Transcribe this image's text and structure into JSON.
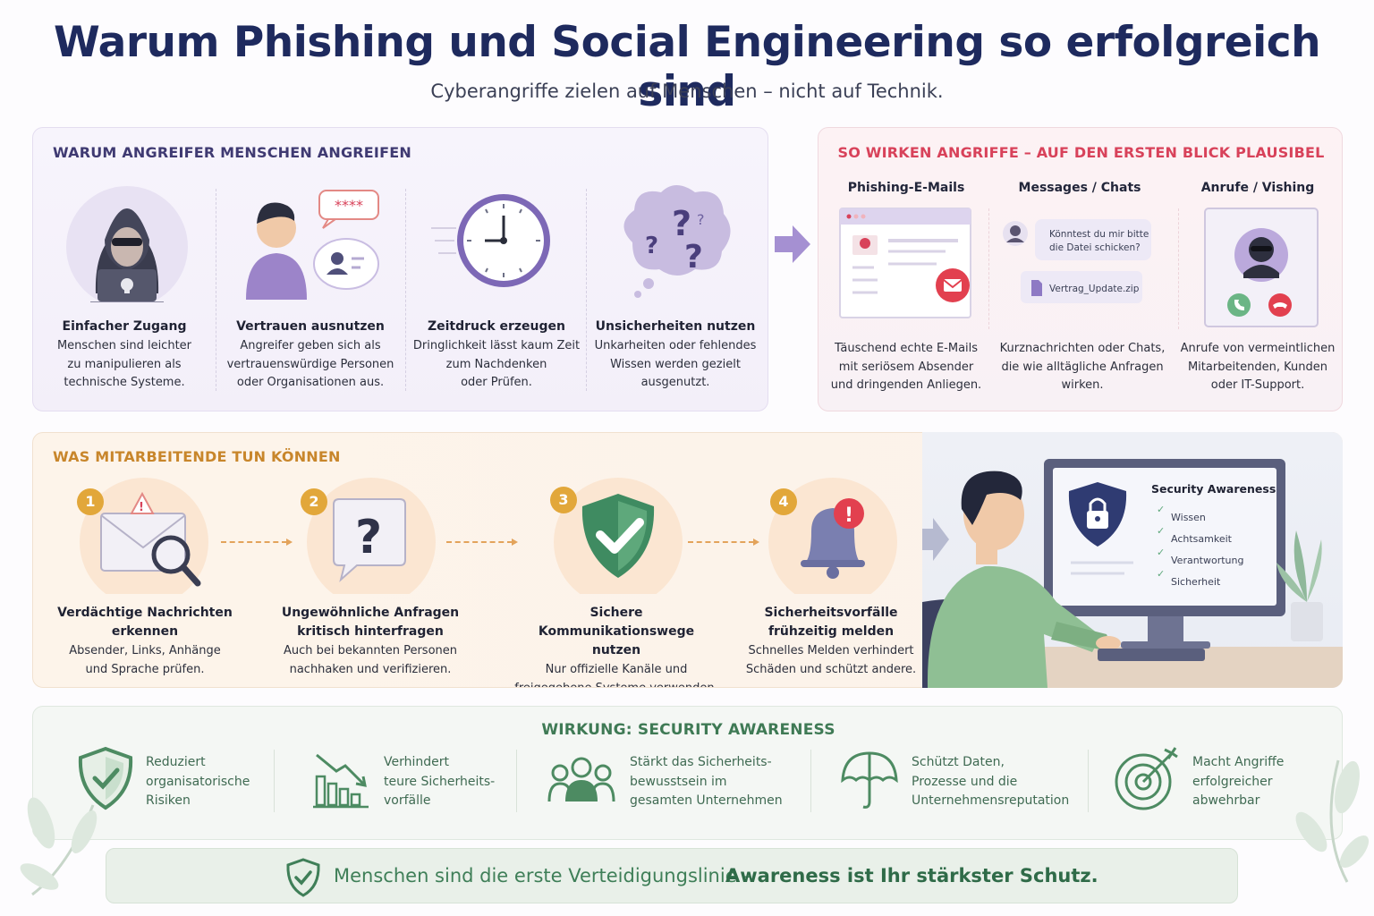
{
  "header": {
    "title": "Warum Phishing und Social Engineering so erfolgreich sind",
    "subtitle": "Cyberangriffe zielen auf Menschen – nicht auf Technik."
  },
  "why_panel": {
    "title": "WARUM ANGREIFER MENSCHEN ANGREIFEN",
    "items": [
      {
        "heading": "Einfacher Zugang",
        "lines": [
          "Menschen sind leichter",
          "zu manipulieren als",
          "technische Systeme."
        ]
      },
      {
        "heading": "Vertrauen ausnutzen",
        "lines": [
          "Angreifer geben sich als",
          "vertrauenswürdige Personen",
          "oder Organisationen aus."
        ]
      },
      {
        "heading": "Zeitdruck erzeugen",
        "lines": [
          "Dringlichkeit lässt kaum Zeit",
          "zum Nachdenken",
          "oder Prüfen."
        ]
      },
      {
        "heading": "Unsicherheiten nutzen",
        "lines": [
          "Unkarheiten oder fehlendes",
          "Wissen werden gezielt",
          "ausgenutzt."
        ]
      }
    ],
    "password_mask": "****"
  },
  "attacks_panel": {
    "title": "SO WIRKEN ANGRIFFE – AUF DEN ERSTEN BLICK PLAUSIBEL",
    "items": [
      {
        "heading": "Phishing-E-Mails",
        "lines": [
          "Täuschend echte E-Mails",
          "mit seriösem Absender",
          "und dringenden Anliegen."
        ]
      },
      {
        "heading": "Messages / Chats",
        "lines": [
          "Kurznachrichten oder Chats,",
          "die wie alltägliche Anfragen",
          "wirken."
        ]
      },
      {
        "heading": "Anrufe / Vishing",
        "lines": [
          "Anrufe von vermeintlichen",
          "Mitarbeitenden, Kunden",
          "oder IT-Support."
        ]
      }
    ],
    "chat_bubble": [
      "Könntest du mir bitte",
      "die Datei schicken?"
    ],
    "attachment": "Vertrag_Update.zip"
  },
  "actions_panel": {
    "title": "WAS MITARBEITENDE TUN KÖNNEN",
    "steps": [
      {
        "num": "1",
        "heading": [
          "Verdächtige Nachrichten",
          "erkennen"
        ],
        "lines": [
          "Absender, Links, Anhänge",
          "und Sprache prüfen."
        ]
      },
      {
        "num": "2",
        "heading": [
          "Ungewöhnliche Anfragen",
          "kritisch hinterfragen"
        ],
        "lines": [
          "Auch bei bekannten Personen",
          "nachhaken und verifizieren."
        ]
      },
      {
        "num": "3",
        "heading": [
          "Sichere Kommunikationswege",
          "nutzen"
        ],
        "lines": [
          "Nur offizielle Kanäle und",
          "freigegebene Systeme verwenden."
        ]
      },
      {
        "num": "4",
        "heading": [
          "Sicherheitsvorfälle",
          "frühzeitig melden"
        ],
        "lines": [
          "Schnelles Melden verhindert",
          "Schäden und schützt andere."
        ]
      }
    ],
    "screen": {
      "title": "Security Awareness",
      "items": [
        "Wissen",
        "Achtsamkeit",
        "Verantwortung",
        "Sicherheit"
      ]
    }
  },
  "effect_panel": {
    "title": "WIRKUNG: SECURITY AWARENESS",
    "items": [
      {
        "icon": "shield-check-icon",
        "lines": [
          "Reduziert",
          "organisatorische",
          "Risiken"
        ]
      },
      {
        "icon": "declining-chart-icon",
        "lines": [
          "Verhindert",
          "teure Sicherheits-",
          "vorfälle"
        ]
      },
      {
        "icon": "team-icon",
        "lines": [
          "Stärkt das Sicherheits-",
          "bewusstsein im",
          "gesamten Unternehmen"
        ]
      },
      {
        "icon": "umbrella-icon",
        "lines": [
          "Schützt Daten,",
          "Prozesse und die",
          "Unternehmensreputation"
        ]
      },
      {
        "icon": "target-icon",
        "lines": [
          "Macht Angriffe",
          "erfolgreicher",
          "abwehrbar"
        ]
      }
    ]
  },
  "footer": {
    "text_regular": "Menschen sind die erste Verteidigungslinie –",
    "text_bold": "Awareness ist Ihr stärkster Schutz."
  },
  "colors": {
    "title": "#1e2a5e",
    "purple": "#8e79c4",
    "red_accent": "#d8425a",
    "orange_accent": "#e2a73a",
    "green_accent": "#3f7a55"
  }
}
